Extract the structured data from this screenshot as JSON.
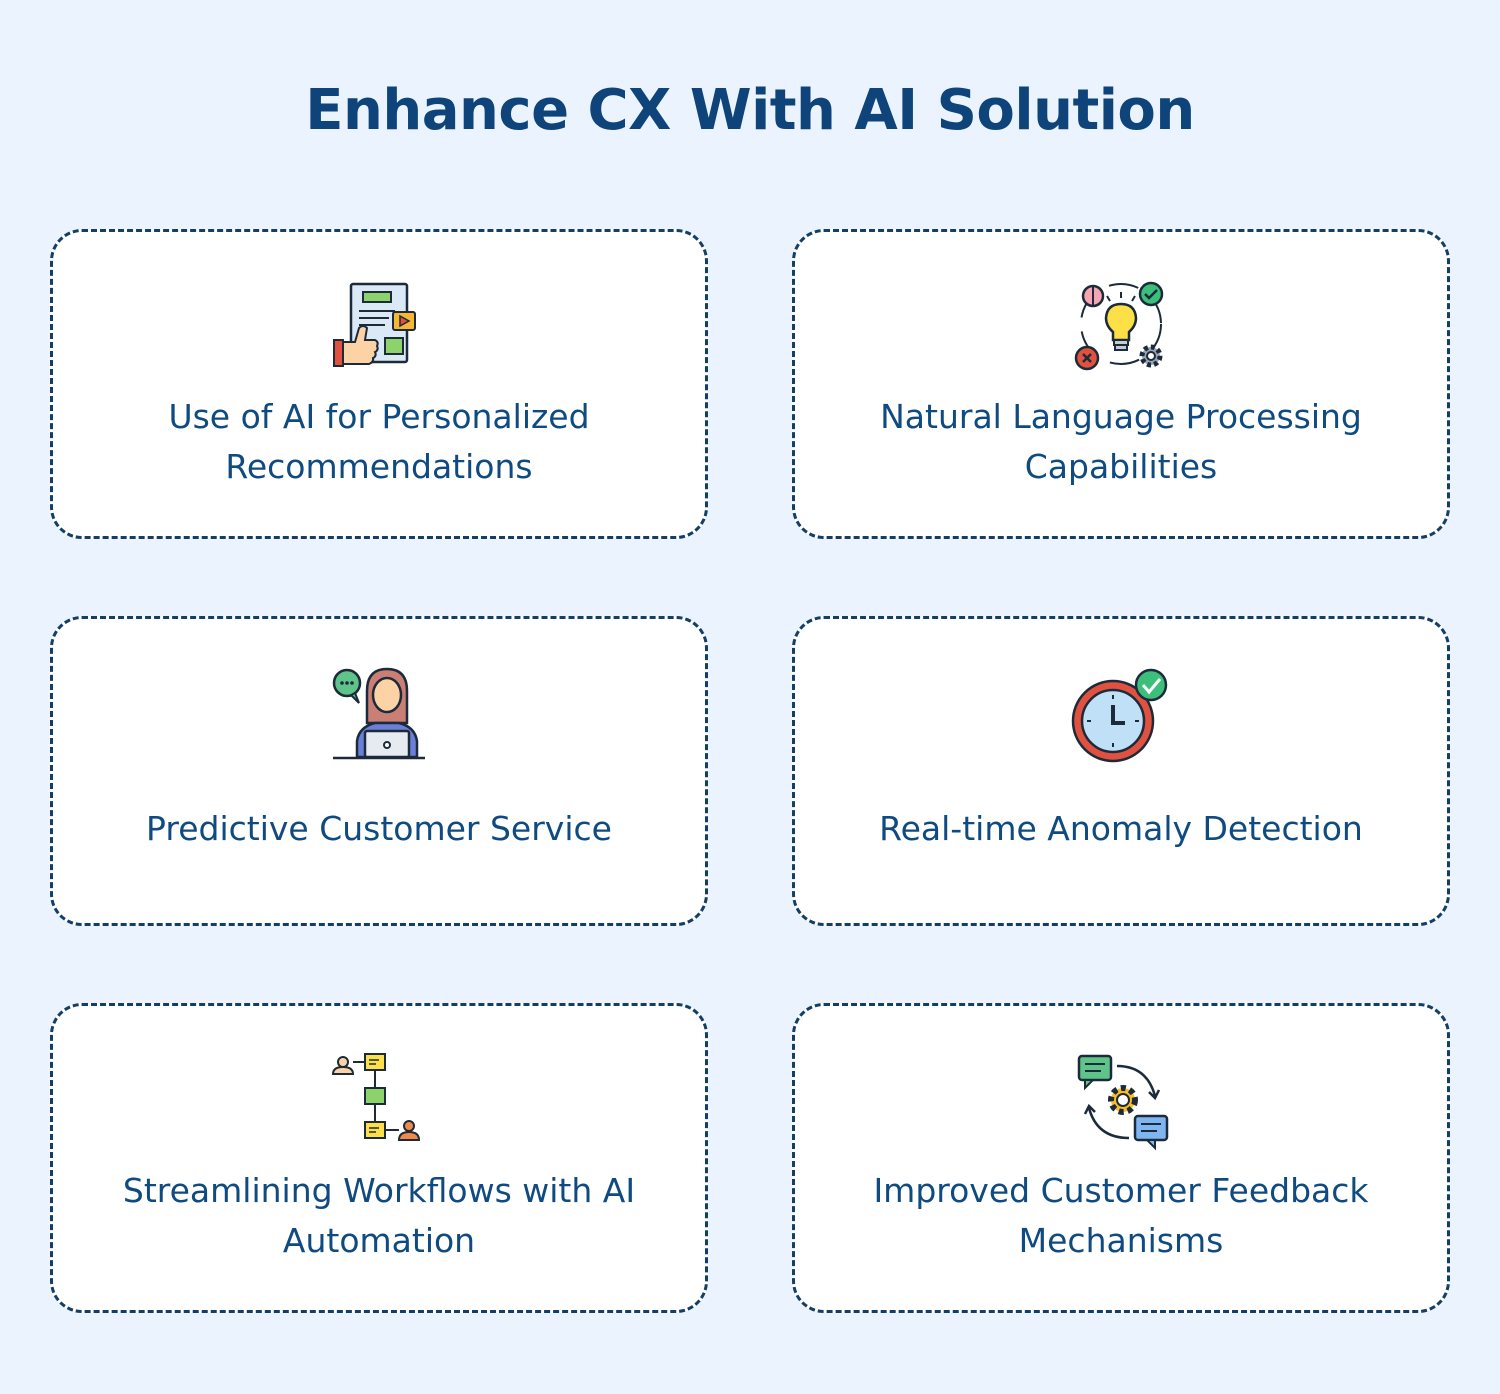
{
  "title": "Enhance CX With AI Solution",
  "cards": [
    {
      "label": "Use of AI for Personalized Recommendations",
      "icon": "recommendation-thumbs-up-icon"
    },
    {
      "label": "Natural Language Processing Capabilities",
      "icon": "idea-lightbulb-icon"
    },
    {
      "label": "Predictive Customer Service",
      "icon": "support-agent-icon"
    },
    {
      "label": "Real-time Anomaly Detection",
      "icon": "clock-check-icon"
    },
    {
      "label": "Streamlining Workflows with AI Automation",
      "icon": "workflow-icon"
    },
    {
      "label": "Improved Customer Feedback Mechanisms",
      "icon": "feedback-cycle-icon"
    }
  ],
  "colors": {
    "background": "#eaf3fe",
    "title": "#0e4479",
    "text": "#0f4a80",
    "border": "#133e68"
  }
}
